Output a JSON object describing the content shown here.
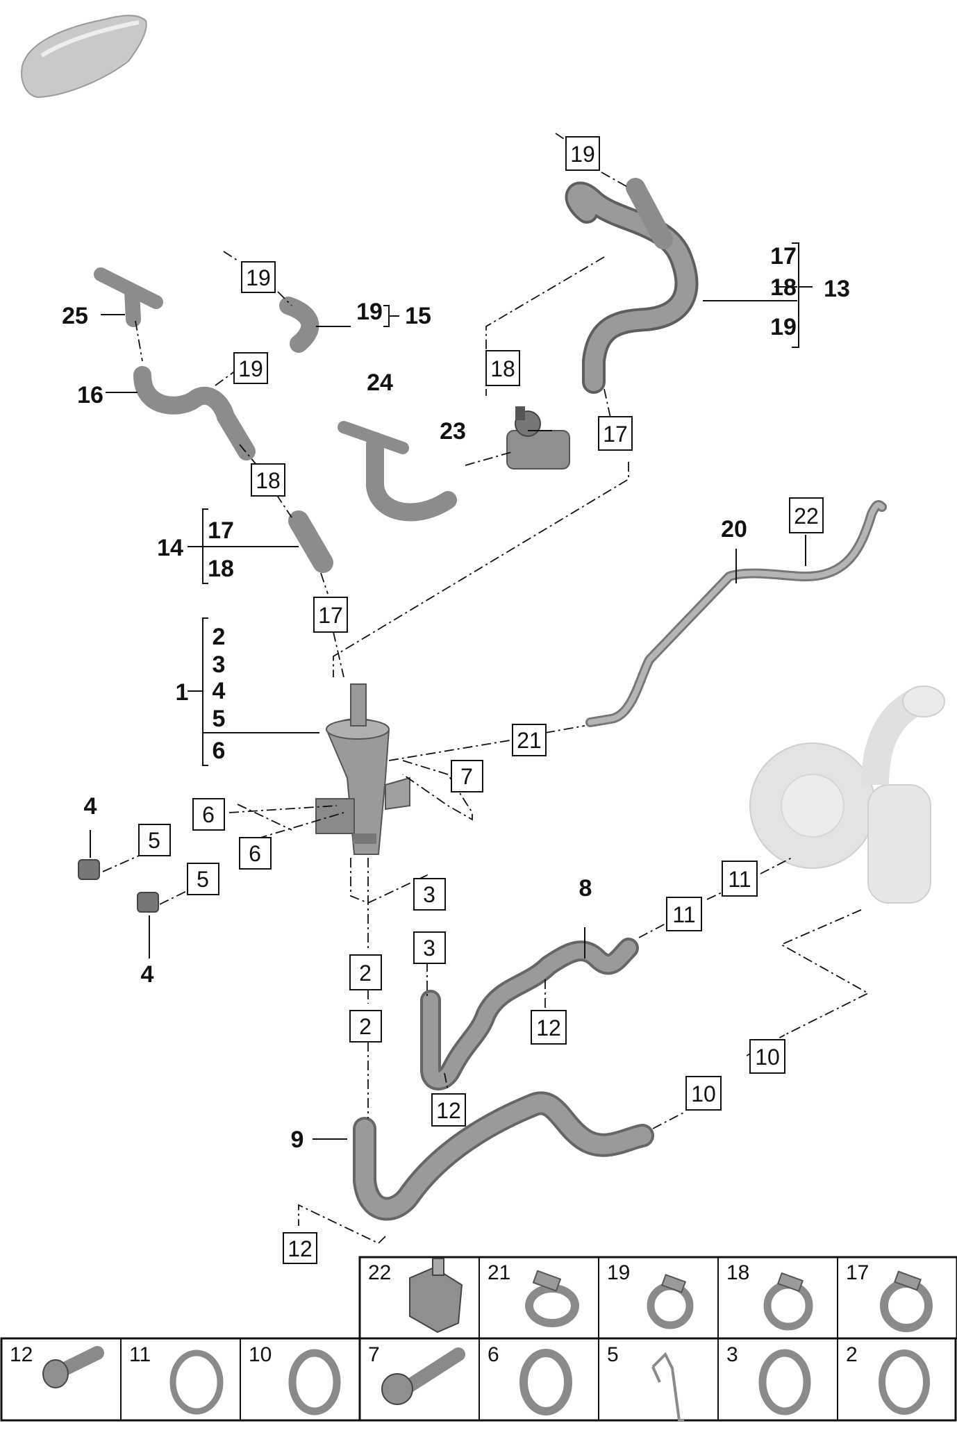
{
  "main_labels": {
    "l1": "1",
    "l2": "2",
    "l3": "3",
    "l4": "4",
    "l5": "5",
    "l6": "6",
    "l4a": "4",
    "l4b": "4",
    "l8": "8",
    "l9": "9",
    "l13": "13",
    "l13_17": "17",
    "l13_18": "18",
    "l13_19": "19",
    "l14": "14",
    "l14_17": "17",
    "l14_18": "18",
    "l15": "15",
    "l15_19": "19",
    "l16": "16",
    "l20": "20",
    "l23": "23",
    "l24": "24",
    "l25": "25"
  },
  "callouts": {
    "b19_top": "19",
    "b19_left": "19",
    "b19_mid": "19",
    "b18_center": "18",
    "b18_left": "18",
    "b17_right": "17",
    "b17_left": "17",
    "b22": "22",
    "b21": "21",
    "b7": "7",
    "b6_a": "6",
    "b6_b": "6",
    "b5_a": "5",
    "b5_b": "5",
    "b3_a": "3",
    "b3_b": "3",
    "b2_a": "2",
    "b2_b": "2",
    "b11_a": "11",
    "b11_b": "11",
    "b12_a": "12",
    "b12_b": "12",
    "b12_c": "12",
    "b10_a": "10",
    "b10_b": "10"
  },
  "parts_table": {
    "top_row": [
      "22",
      "21",
      "19",
      "18",
      "17"
    ],
    "bottom_row": [
      "12",
      "11",
      "10",
      "7",
      "6",
      "5",
      "3",
      "2"
    ]
  },
  "colors": {
    "line": "#111111",
    "hose": "#8c8c8c",
    "hose_dark": "#5e5e5e",
    "ghost": "#dcdcdc"
  }
}
